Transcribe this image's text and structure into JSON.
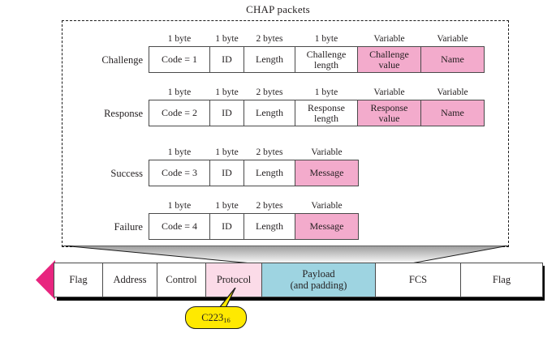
{
  "title": "CHAP packets",
  "colors": {
    "pink": "#f3abcc",
    "pink_light": "#fbdbe8",
    "cyan": "#9ed4e1",
    "magenta_arrow": "#e8257f",
    "callout_yellow": "#ffe900",
    "border": "#4a4a4a",
    "dashed_border": "#1a1a1a",
    "background": "#ffffff"
  },
  "packets": [
    {
      "label": "Challenge",
      "fields": [
        {
          "size": "1 byte",
          "name": "Code = 1",
          "highlight": false
        },
        {
          "size": "1 byte",
          "name": "ID",
          "highlight": false
        },
        {
          "size": "2 bytes",
          "name": "Length",
          "highlight": false
        },
        {
          "size": "1 byte",
          "name": "Challenge length",
          "highlight": false
        },
        {
          "size": "Variable",
          "name": "Challenge value",
          "highlight": true
        },
        {
          "size": "Variable",
          "name": "Name",
          "highlight": true
        }
      ]
    },
    {
      "label": "Response",
      "fields": [
        {
          "size": "1 byte",
          "name": "Code = 2",
          "highlight": false
        },
        {
          "size": "1 byte",
          "name": "ID",
          "highlight": false
        },
        {
          "size": "2 bytes",
          "name": "Length",
          "highlight": false
        },
        {
          "size": "1 byte",
          "name": "Response length",
          "highlight": false
        },
        {
          "size": "Variable",
          "name": "Response value",
          "highlight": true
        },
        {
          "size": "Variable",
          "name": "Name",
          "highlight": true
        }
      ]
    },
    {
      "label": "Success",
      "fields": [
        {
          "size": "1 byte",
          "name": "Code = 3",
          "highlight": false
        },
        {
          "size": "1 byte",
          "name": "ID",
          "highlight": false
        },
        {
          "size": "2 bytes",
          "name": "Length",
          "highlight": false
        },
        {
          "size": "Variable",
          "name": "Message",
          "highlight": true
        }
      ]
    },
    {
      "label": "Failure",
      "fields": [
        {
          "size": "1 byte",
          "name": "Code = 4",
          "highlight": false
        },
        {
          "size": "1 byte",
          "name": "ID",
          "highlight": false
        },
        {
          "size": "2 bytes",
          "name": "Length",
          "highlight": false
        },
        {
          "size": "Variable",
          "name": "Message",
          "highlight": true
        }
      ]
    }
  ],
  "ppp_frame": {
    "cells": [
      {
        "name": "Flag",
        "fill": "white"
      },
      {
        "name": "Address",
        "fill": "white"
      },
      {
        "name": "Control",
        "fill": "white"
      },
      {
        "name": "Protocol",
        "fill": "pink-light"
      },
      {
        "name": "Payload (and padding)",
        "line1": "Payload",
        "line2": "(and padding)",
        "fill": "cyan"
      },
      {
        "name": "FCS",
        "fill": "white"
      },
      {
        "name": "Flag",
        "fill": "white"
      }
    ]
  },
  "callout": {
    "value": "C223",
    "subscript": "16",
    "points_to": "Protocol"
  }
}
